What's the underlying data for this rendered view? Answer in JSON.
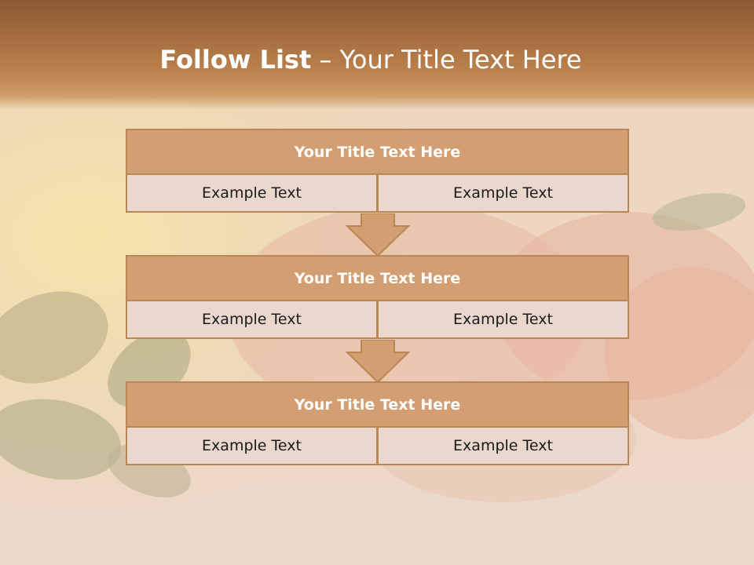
{
  "slide": {
    "title_bold": "Follow List",
    "title_rest": " – Your Title Text Here"
  },
  "steps": [
    {
      "title": "Your Title Text Here",
      "left": "Example Text",
      "right": "Example Text"
    },
    {
      "title": "Your Title Text Here",
      "left": "Example Text",
      "right": "Example Text"
    },
    {
      "title": "Your Title Text Here",
      "left": "Example Text",
      "right": "Example Text"
    }
  ],
  "colors": {
    "header": "#a66e3f",
    "title_bar": "#d39f72",
    "cell_fill": "#ead8ce",
    "border": "#b98755"
  }
}
